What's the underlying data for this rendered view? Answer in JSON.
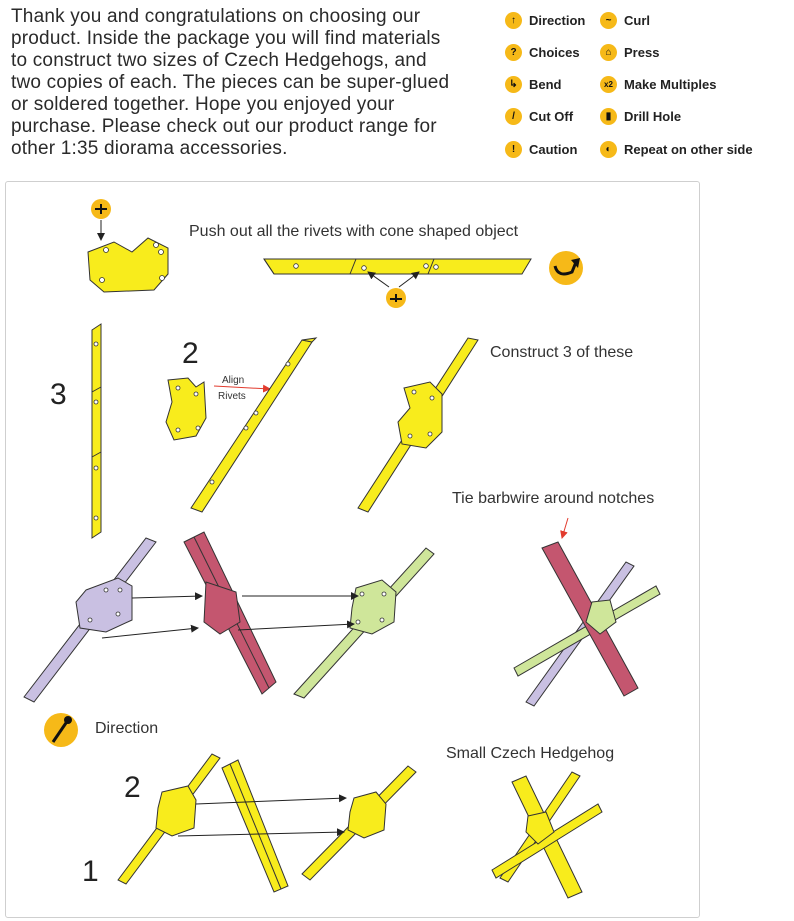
{
  "intro_lines": [
    "Thank you and congratulations on choosing our",
    "product. Inside the package you will find materials",
    "to construct two sizes of Czech Hedgehogs, and",
    "two copies of each. The pieces can be super-glued",
    "or soldered together. Hope you enjoyed your",
    "purchase. Please check out our product range for",
    "other 1:35 diorama accessories."
  ],
  "legend": [
    {
      "label": "Direction",
      "icon": "arrow-up-icon",
      "glyph": "↑"
    },
    {
      "label": "Curl",
      "icon": "curl-icon",
      "glyph": "~"
    },
    {
      "label": "Choices",
      "icon": "question-icon",
      "glyph": "?"
    },
    {
      "label": "Press",
      "icon": "press-icon",
      "glyph": "⌂"
    },
    {
      "label": "Bend",
      "icon": "bend-icon",
      "glyph": "↳"
    },
    {
      "label": "Make Multiples",
      "icon": "x2-icon",
      "glyph": "x2"
    },
    {
      "label": "Cut Off",
      "icon": "cut-off-icon",
      "glyph": "/"
    },
    {
      "label": "Drill Hole",
      "icon": "drill-icon",
      "glyph": "▮"
    },
    {
      "label": "Caution",
      "icon": "caution-icon",
      "glyph": "!"
    },
    {
      "label": "Repeat on other side",
      "icon": "repeat-icon",
      "glyph": "◐"
    }
  ],
  "steps": {
    "push_rivets": "Push out all the rivets with cone shaped object",
    "step_three": "3",
    "step_two": "2",
    "align": "Align",
    "rivets": "Rivets",
    "construct": "Construct 3 of these",
    "barbwire": "Tie barbwire around notches",
    "direction": "Direction",
    "small_hedgehog": "Small Czech Hedgehog",
    "bottom_two": "2",
    "bottom_one": "1"
  },
  "colors": {
    "accent": "#f6b918",
    "part_yellow": "#f8ec1c",
    "part_purple": "#c9c0e2",
    "part_red": "#c4566f",
    "part_green": "#cfe69a"
  }
}
